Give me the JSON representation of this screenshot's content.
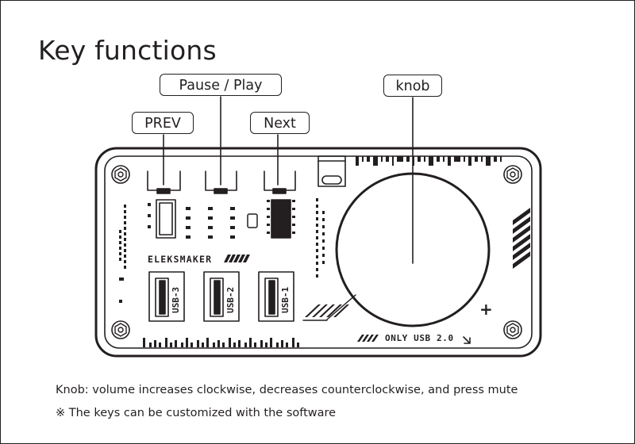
{
  "title": "Key functions",
  "callouts": {
    "prev": "PREV",
    "pause_play": "Pause / Play",
    "next": "Next",
    "knob": "knob"
  },
  "board": {
    "brand": "ELEKSMAKER",
    "usb_ports": [
      "USB-3",
      "USB-2",
      "USB-1"
    ],
    "usb_note": "ONLY USB 2.0",
    "plus_mark": "+"
  },
  "notes": [
    "Knob: volume increases clockwise, decreases counterclockwise, and press mute",
    "※ The keys can be customized with the software"
  ],
  "colors": {
    "ink": "#231f20",
    "background": "#ffffff"
  }
}
